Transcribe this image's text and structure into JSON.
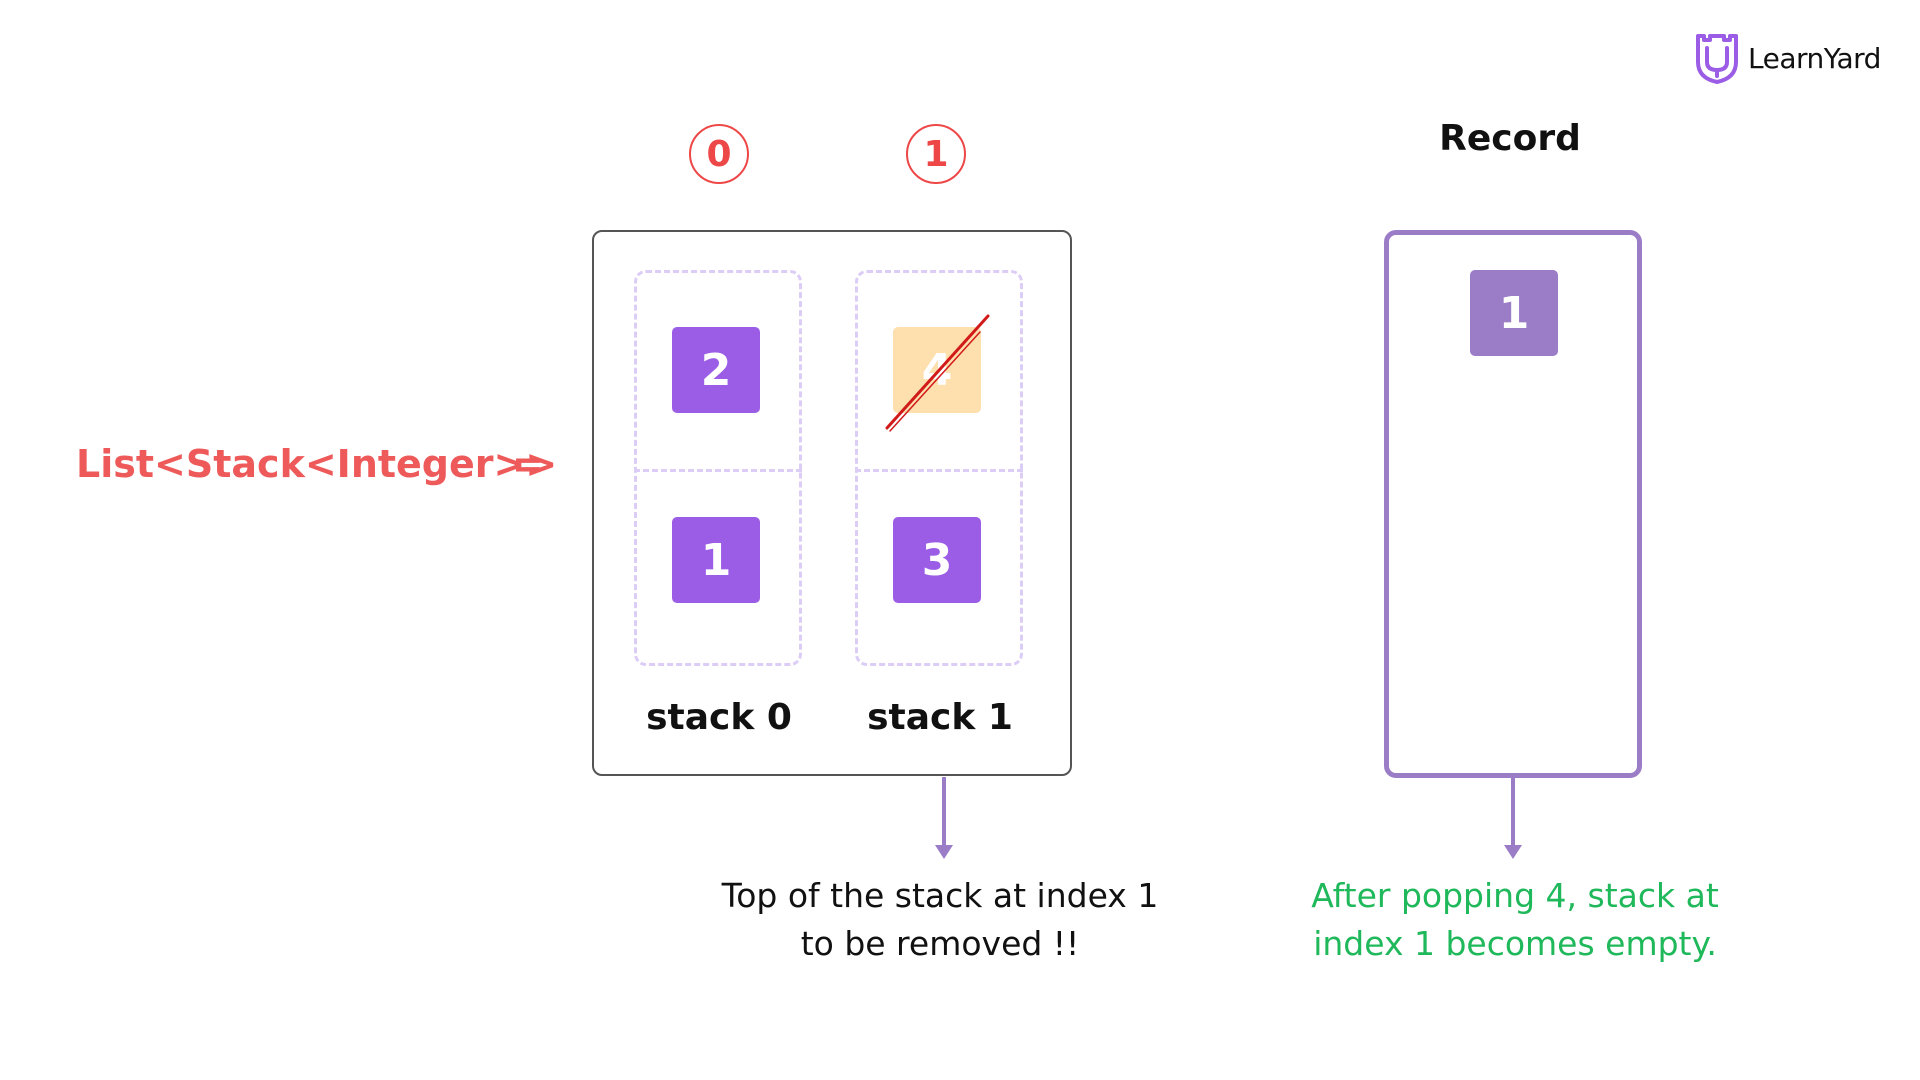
{
  "logo": {
    "text": "LearnYard",
    "icon": "learnyard-logo-icon",
    "color": "#9b5de5"
  },
  "type_label": "List<Stack<Integer>>",
  "equals": "=",
  "indices": [
    "0",
    "1"
  ],
  "stacks": [
    {
      "label": "stack 0",
      "top": "2",
      "bottom": "1"
    },
    {
      "label": "stack 1",
      "top": "4",
      "bottom": "3",
      "top_removed": true
    }
  ],
  "record": {
    "title": "Record",
    "items": [
      "1"
    ]
  },
  "notes": {
    "left_line1": "Top of the stack at index 1",
    "left_line2": "to be removed !!",
    "right_line1": "After popping 4, stack at",
    "right_line2": "index 1 becomes empty."
  },
  "colors": {
    "accent_red": "#ee4747",
    "purple_cell": "#9b5de5",
    "record_purple": "#9b7cc7",
    "removed_cell": "#fde0ae",
    "note_green": "#1fb85a"
  }
}
